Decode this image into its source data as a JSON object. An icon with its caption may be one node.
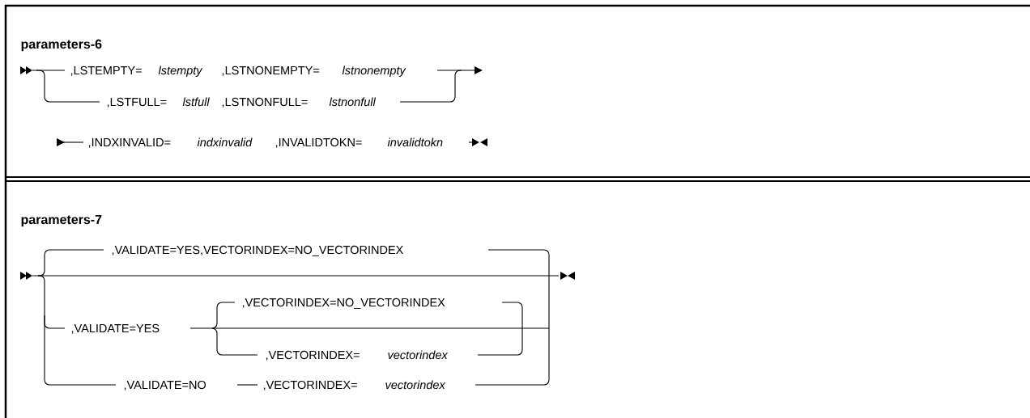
{
  "diagram": {
    "labels": [
      "parameters-6",
      ",LSTEMPTY=",
      "lstempty",
      ",LSTNONEMPTY=",
      "lstnonempty",
      ",LSTFULL=",
      "lstfull",
      ",LSTNONFULL=",
      "lstnonfull",
      ",INDXINVALID=",
      "indxinvalid",
      ",INVALIDTOKN=",
      "invalidtokn",
      "parameters-7",
      ",VALIDATE=YES,VECTORINDEX=NO_VECTORINDEX",
      ",VALIDATE=YES",
      ",VECTORINDEX=NO_VECTORINDEX",
      ",VECTORINDEX=",
      "vectorindex",
      ",VALIDATE=NO",
      ",VECTORINDEX=",
      "vectorindex"
    ]
  }
}
